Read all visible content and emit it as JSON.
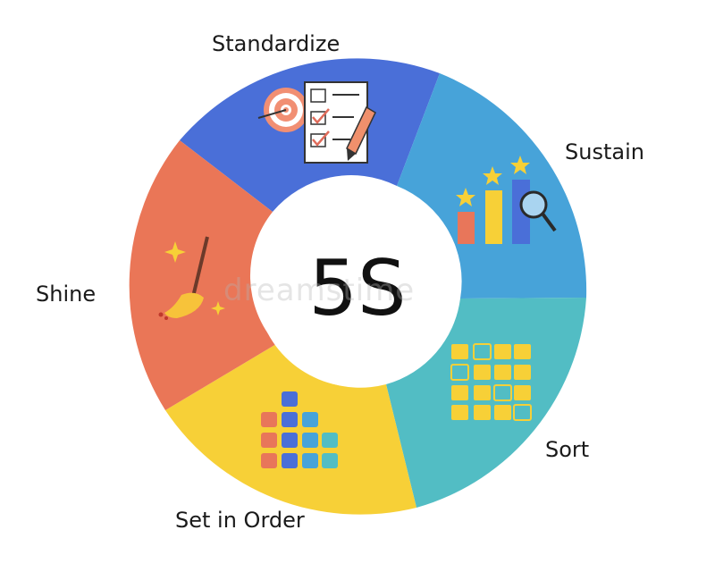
{
  "diagram": {
    "center_text": "5S",
    "segments": [
      {
        "label": "Standardize",
        "color": "#4a6fd8",
        "icon": "target-checklist-icon"
      },
      {
        "label": "Sustain",
        "color": "#47a3d9",
        "icon": "bar-chart-stars-magnifier-icon"
      },
      {
        "label": "Sort",
        "color": "#52bdc4",
        "icon": "grid-boxes-icon"
      },
      {
        "label": "Set in Order",
        "color": "#f7d037",
        "icon": "stacked-blocks-icon"
      },
      {
        "label": "Shine",
        "color": "#ea7657",
        "icon": "broom-sparkle-icon"
      }
    ]
  },
  "watermark_text": "dreamstime"
}
